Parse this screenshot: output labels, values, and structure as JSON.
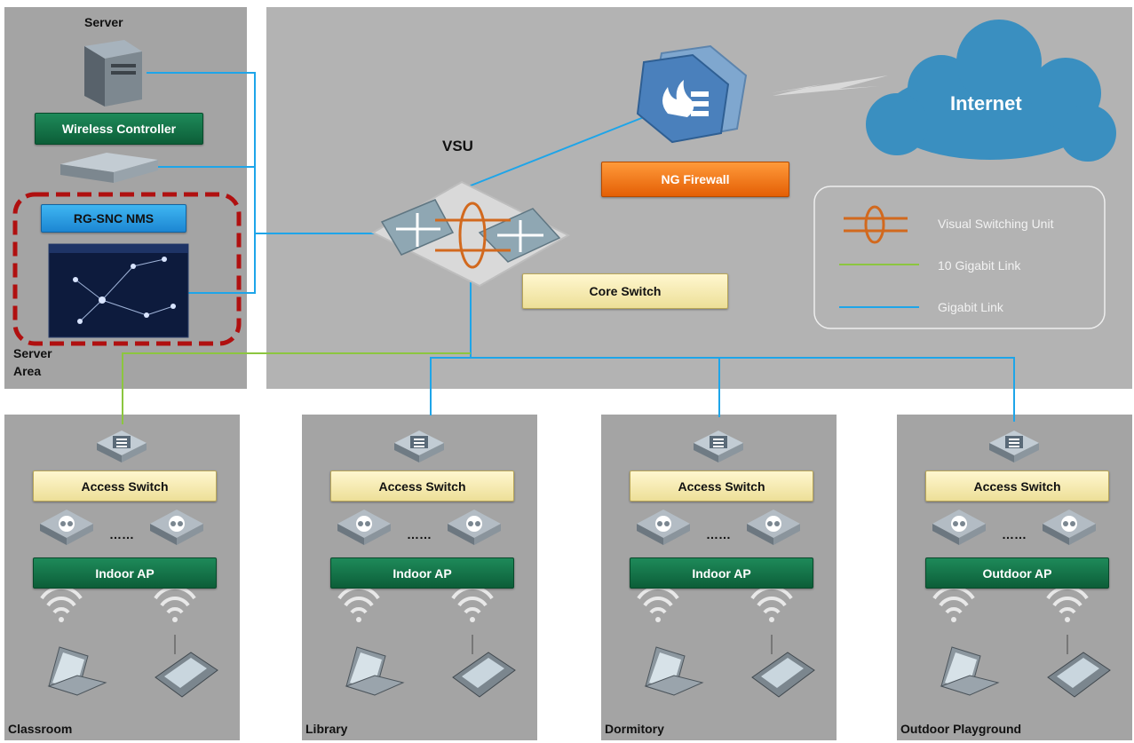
{
  "server_area": {
    "server_label": "Server",
    "wireless_controller": "Wireless Controller",
    "nms": "RG-SNC NMS",
    "area_label_1": "Server",
    "area_label_2": "Area"
  },
  "core": {
    "vsu_label": "VSU",
    "core_switch": "Core Switch",
    "firewall": "NG Firewall",
    "internet": "Internet"
  },
  "legend": {
    "items": [
      {
        "label": "Visual Switching Unit",
        "icon": "vsu-ring-icon",
        "color": "#d2691e"
      },
      {
        "label": "10 Gigabit Link",
        "icon": "green-line",
        "color": "#8cc63f"
      },
      {
        "label": "Gigabit  Link",
        "icon": "blue-line",
        "color": "#1ea5e9"
      }
    ]
  },
  "sites": [
    {
      "name": "Classroom",
      "access_switch": "Access Switch",
      "ap": "Indoor AP",
      "dots": "……"
    },
    {
      "name": "Library",
      "access_switch": "Access Switch",
      "ap": "Indoor AP",
      "dots": "……"
    },
    {
      "name": "Dormitory",
      "access_switch": "Access Switch",
      "ap": "Indoor AP",
      "dots": "……"
    },
    {
      "name": "Outdoor Playground",
      "access_switch": "Access Switch",
      "ap": "Outdoor AP",
      "dots": "……"
    }
  ],
  "colors": {
    "panel": "#a4a4a4",
    "core_panel": "#b5b5b5",
    "gigabit": "#1ea5e9",
    "ten_gigabit": "#8cc63f",
    "cloud": "#3a8fc0",
    "nms_dash": "#b01010"
  }
}
